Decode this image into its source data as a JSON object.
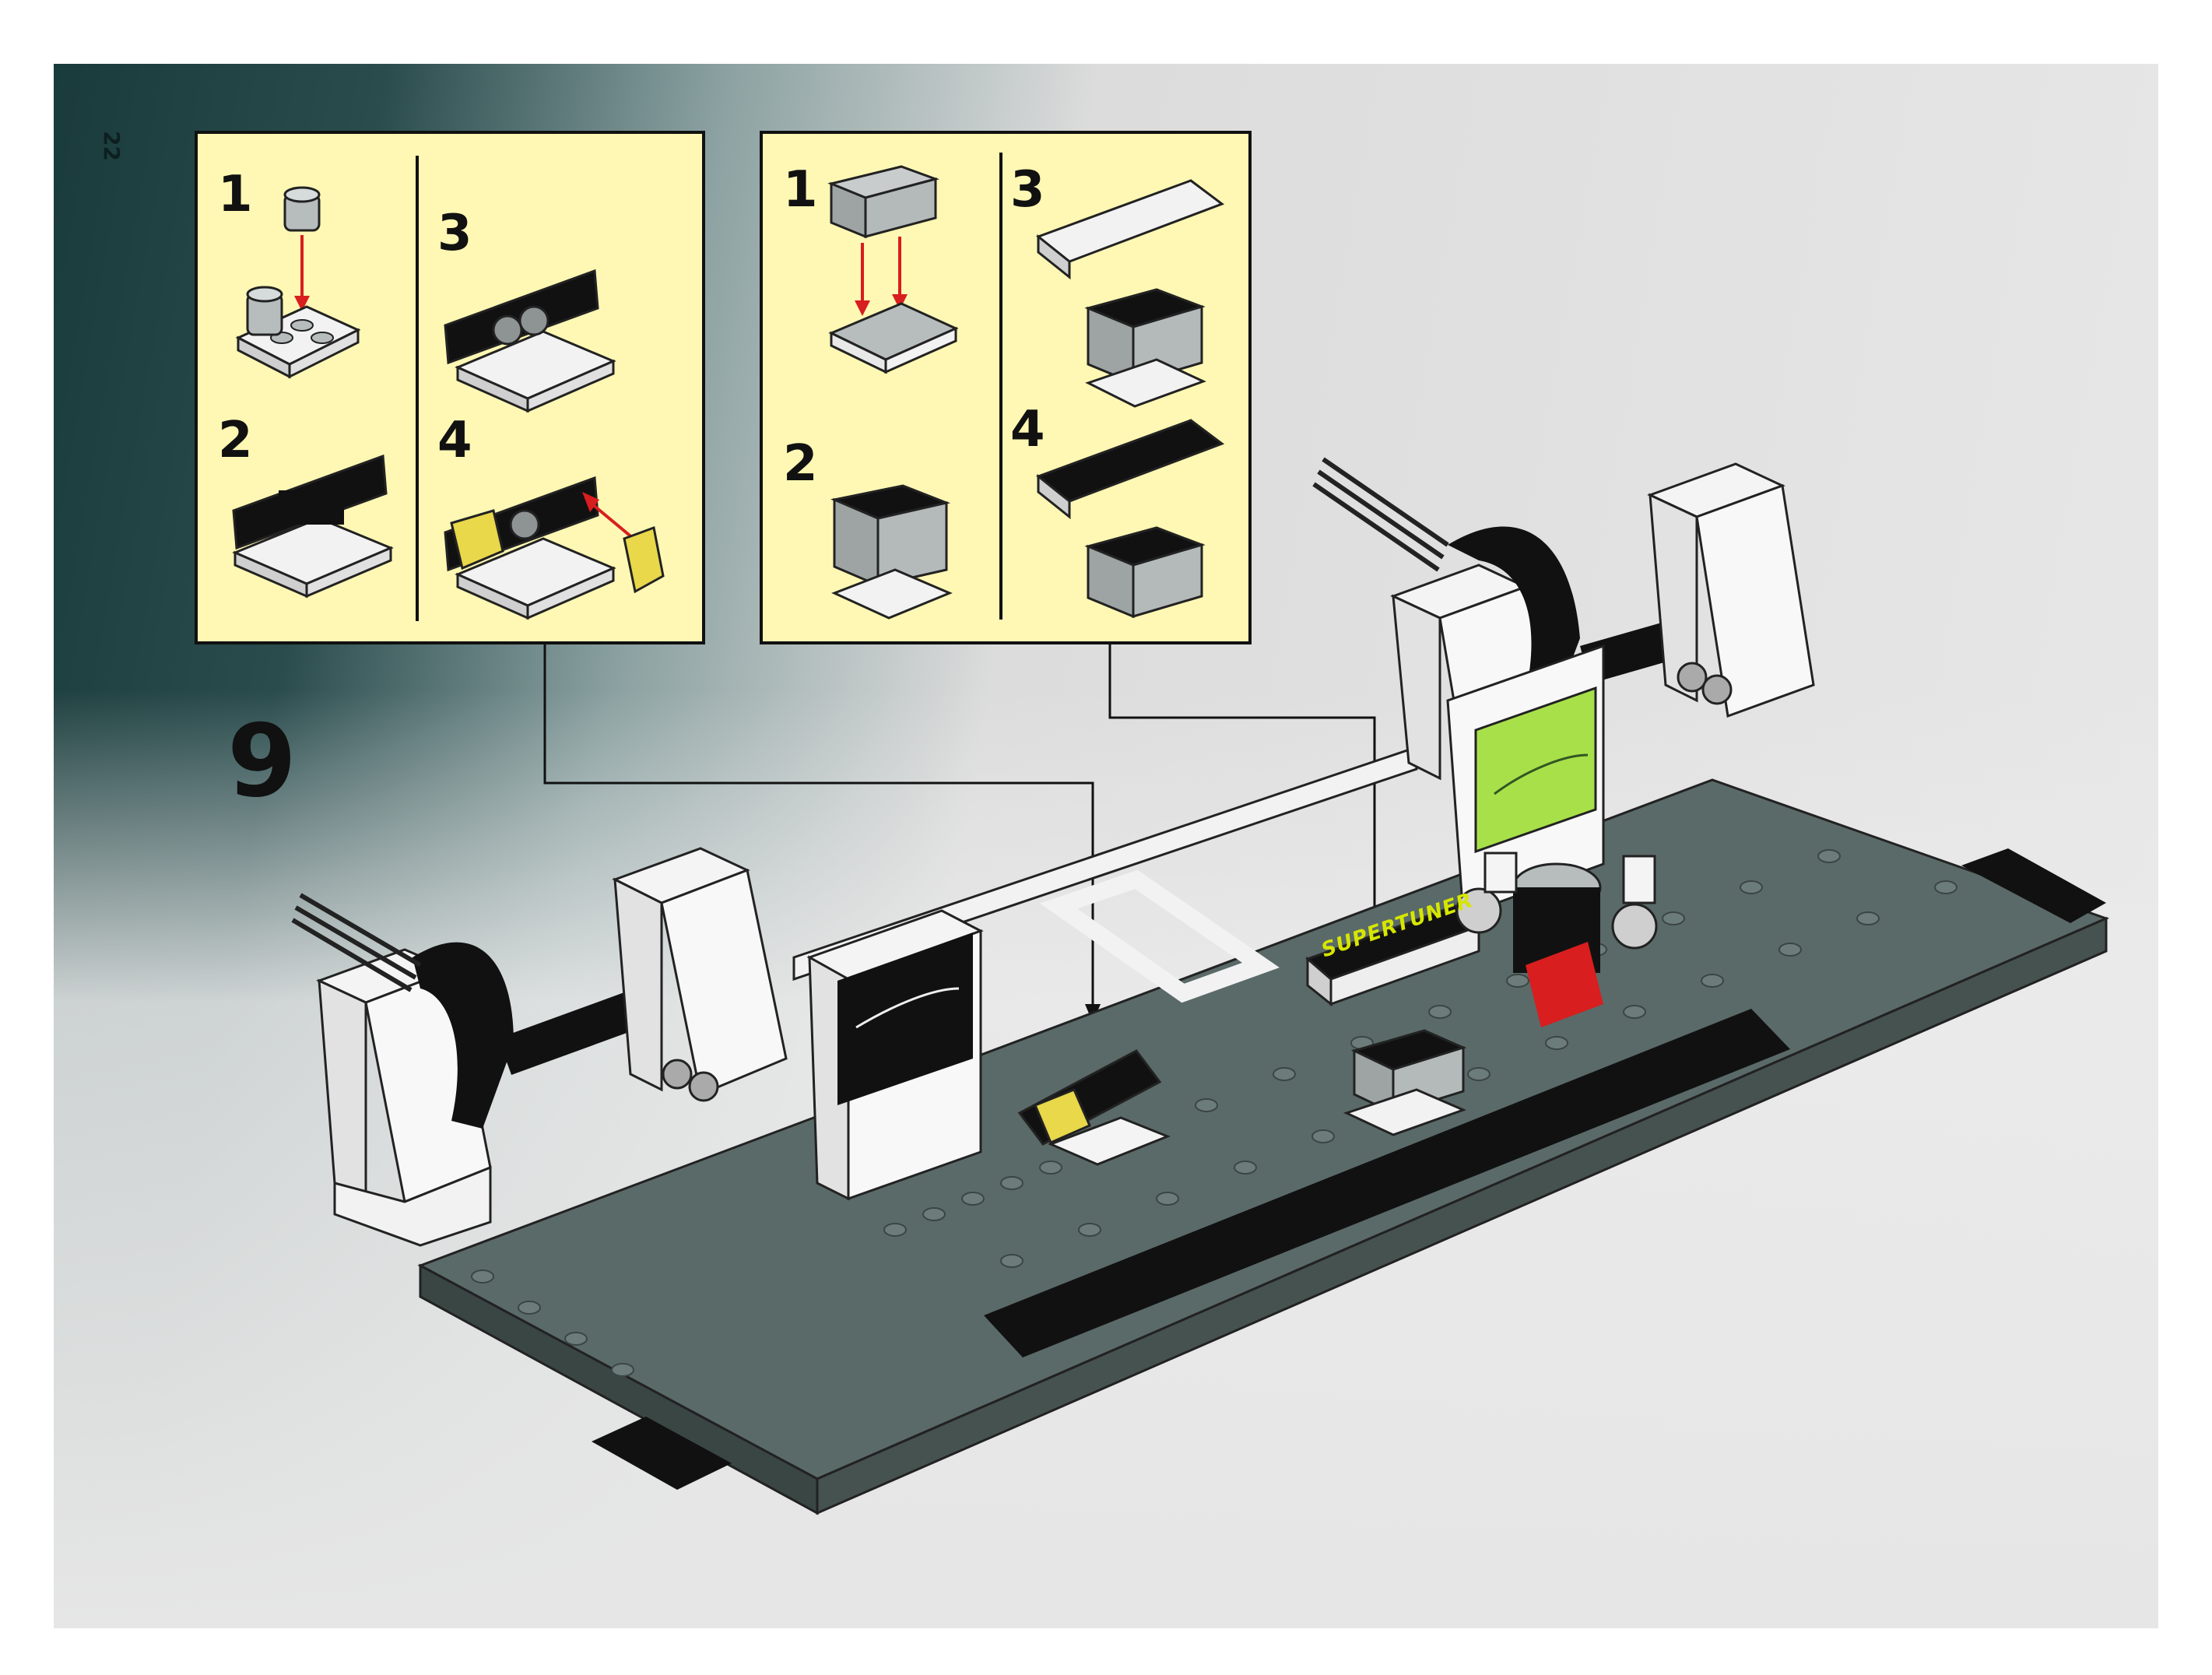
{
  "page": {
    "number": "22"
  },
  "step": {
    "number": "9"
  },
  "callout_left": {
    "substeps": [
      "1",
      "2",
      "3",
      "4"
    ]
  },
  "callout_right": {
    "substeps": [
      "1",
      "2",
      "3",
      "4"
    ]
  },
  "sign": {
    "text": "SUPERTUNER"
  },
  "colors": {
    "callout_bg": "#fff8b4",
    "baseplate": "#5a6a68",
    "brick_white": "#f4f4f4",
    "brick_black": "#111111",
    "arrow_red": "#d81e1e",
    "trans_yellow": "#e8d84a",
    "sticker_green": "#a8e04a"
  }
}
